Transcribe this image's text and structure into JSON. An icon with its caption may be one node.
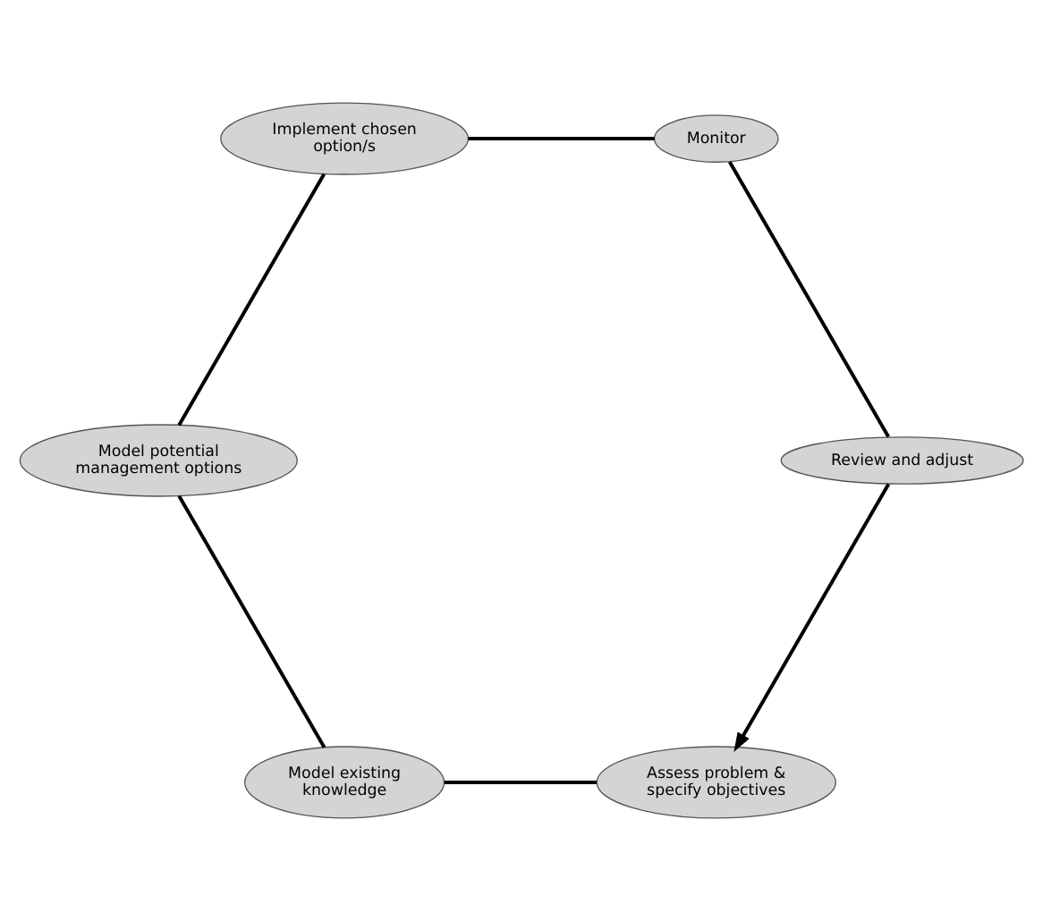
{
  "diagram": {
    "nodes": [
      {
        "text": [
          "Assess problem & specify objectives"
        ]
      },
      {
        "text": [
          "Model existing knowledge"
        ]
      },
      {
        "text": [
          "Model potential management options"
        ]
      },
      {
        "text": [
          "Implement chosen option/s"
        ]
      },
      {
        "text": [
          "Monitor"
        ]
      },
      {
        "text": [
          "Review and adjust"
        ]
      }
    ],
    "edges": [
      {
        "from": 0,
        "to": 1,
        "arrow": "none"
      },
      {
        "from": 1,
        "to": 2,
        "arrow": "none"
      },
      {
        "from": 2,
        "to": 3,
        "arrow": "none"
      },
      {
        "from": 3,
        "to": 4,
        "arrow": "none"
      },
      {
        "from": 4,
        "to": 5,
        "arrow": "none"
      },
      {
        "from": 5,
        "to": 0,
        "arrow": "to"
      }
    ]
  }
}
